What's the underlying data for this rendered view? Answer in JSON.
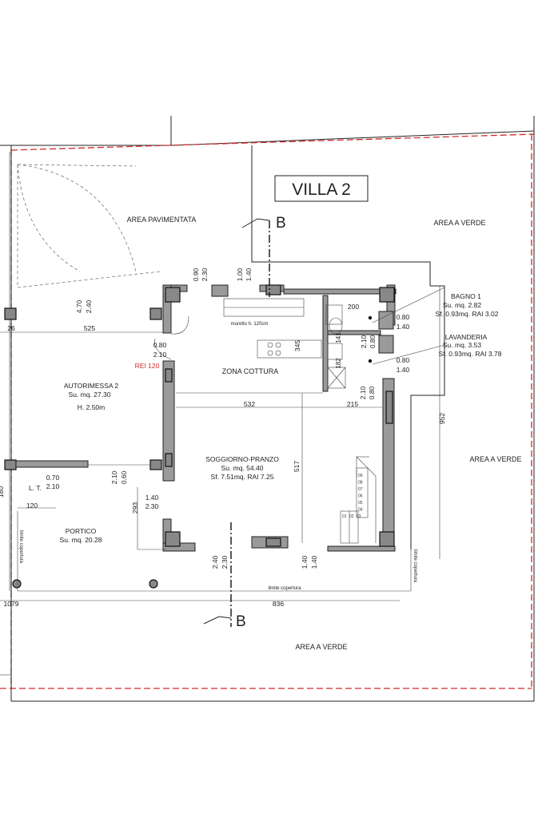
{
  "title": "VILLA 2",
  "section_marker": "B",
  "areas": {
    "paved": "AREA PAVIMENTATA",
    "green_top": "AREA A VERDE",
    "green_right": "AREA A VERDE",
    "green_bottom": "AREA A VERDE"
  },
  "rooms": {
    "bagno": {
      "name": "BAGNO 1",
      "su": "Su. mq. 2.82",
      "sf": "Sf. 0.93mq. RAI 3.02"
    },
    "lavanderia": {
      "name": "LAVANDERIA",
      "su": "Su. mq. 3.53",
      "sf": "Sf. 0.93mq. RAI 3.78"
    },
    "autorimessa": {
      "name": "AUTORIMESSA 2",
      "su": "Su. mq. 27.30",
      "h": "H. 2.50m"
    },
    "cottura": {
      "name": "ZONA COTTURA"
    },
    "soggiorno": {
      "name": "SOGGIORNO-PRANZO",
      "su": "Su. mq. 54.40",
      "sf": "Sf. 7.51mq. RAI 7.25"
    },
    "portico": {
      "name": "PORTICO",
      "su": "Su. mq. 20.28"
    }
  },
  "notes": {
    "muretto": "muretto h. 120cm",
    "rei": "REI 120",
    "lt": "L. T.",
    "limite_copertura": "limite copertura"
  },
  "dimensions": {
    "d_090": "0.90",
    "d_230a": "2.30",
    "d_100": "1.00",
    "d_140a": "1.40",
    "d_470": "4.70",
    "d_240a": "2.40",
    "d_26": "26",
    "d_525": "525",
    "d_080a": "0.80",
    "d_210a": "2.10",
    "d_200": "200",
    "d_080b": "0.80",
    "d_140b": "1.40",
    "d_210b": "2.10",
    "d_080c": "0.80",
    "d_345": "345",
    "d_141": "141",
    "d_182": "182",
    "d_080d": "0.80",
    "d_140c": "1.40",
    "d_080e": "0.80",
    "d_210c": "2.10",
    "d_532": "532",
    "d_215": "215",
    "d_952": "952",
    "d_517": "517",
    "d_210d": "2.10",
    "d_060": "0.60",
    "d_070": "0.70",
    "d_210e": "2.10",
    "d_120": "120",
    "d_180": "180",
    "d_140d": "1.40",
    "d_230b": "2.30",
    "d_293": "293",
    "d_240b": "2.40",
    "d_230c": "2.30",
    "d_140e": "1.40",
    "d_140f": "1.40",
    "d_1079": "1079",
    "d_836": "836"
  },
  "stair_steps": [
    "01",
    "02",
    "03",
    "04",
    "05",
    "06",
    "07",
    "08",
    "09"
  ],
  "colors": {
    "accent_line": "#d42a2a",
    "rei_text": "#d42a2a",
    "wall": "#9a9a9a"
  }
}
